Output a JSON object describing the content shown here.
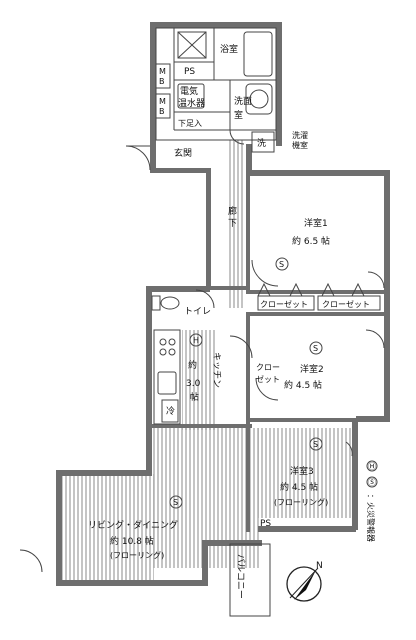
{
  "rooms": {
    "bathroom": "浴室",
    "ps_top": "PS",
    "water_heater_line1": "電気",
    "water_heater_line2": "温水器",
    "washroom_line1": "洗面",
    "washroom_line2": "室",
    "mb_top_1": "M",
    "mb_top_2": "B",
    "mb_bot_1": "M",
    "mb_bot_2": "B",
    "shoe_box": "下足入",
    "entrance": "玄関",
    "washer_small": "洗",
    "washer_line1": "洗濯",
    "washer_line2": "機室",
    "corridor_line1": "廊",
    "corridor_line2": "下",
    "toilet": "トイレ",
    "western1_name": "洋室1",
    "western1_size": "約 6.5 帖",
    "closet1": "クローゼット",
    "closet2": "クローゼット",
    "western2_name": "洋室2",
    "western2_size": "約 4.5 帖",
    "closet3_line1": "クロー",
    "closet3_line2": "ゼット",
    "kitchen_line1": "キッチン",
    "kitchen_line2": "約",
    "kitchen_size": "3.0",
    "kitchen_unit": "帖",
    "fridge": "冷",
    "western3_name": "洋室3",
    "western3_size": "約 4.5 帖",
    "western3_floor": "(フローリング)",
    "ldk_name": "リビング・ダイニング",
    "ldk_size": "約 10.8 帖",
    "ldk_floor": "(フローリング)",
    "ps_bottom": "PS",
    "balcony": "バルコニー"
  },
  "legend": {
    "symbol": "Ⓗ",
    "symbol2": "Ⓢ",
    "text": "：火災警報器"
  },
  "compass": {
    "label": "N"
  },
  "colors": {
    "wall": "#6e6e6e",
    "line": "#444444",
    "background": "#ffffff"
  }
}
